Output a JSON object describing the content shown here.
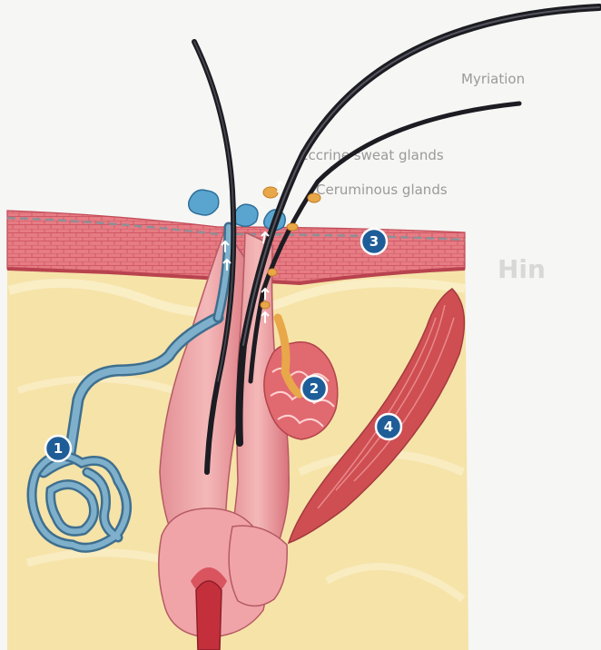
{
  "background_text": {
    "line_1": "Myriation",
    "line_2": "Eccrine sweat glands",
    "line_3": "Ceruminous glands",
    "side": "Hin"
  },
  "callouts": [
    {
      "number": "1",
      "name": "sweat-gland"
    },
    {
      "number": "2",
      "name": "sebaceous-gland"
    },
    {
      "number": "3",
      "name": "epidermis"
    },
    {
      "number": "4",
      "name": "arrector-pili-muscle"
    }
  ],
  "colors": {
    "epidermis": "#e2707a",
    "dermis": "#f6e3a8",
    "sweat_gland": "#5a8fb0",
    "sebum": "#e8a84a",
    "hair": "#1c1c22",
    "muscle": "#cf4e52",
    "badge": "#1f5d98"
  }
}
